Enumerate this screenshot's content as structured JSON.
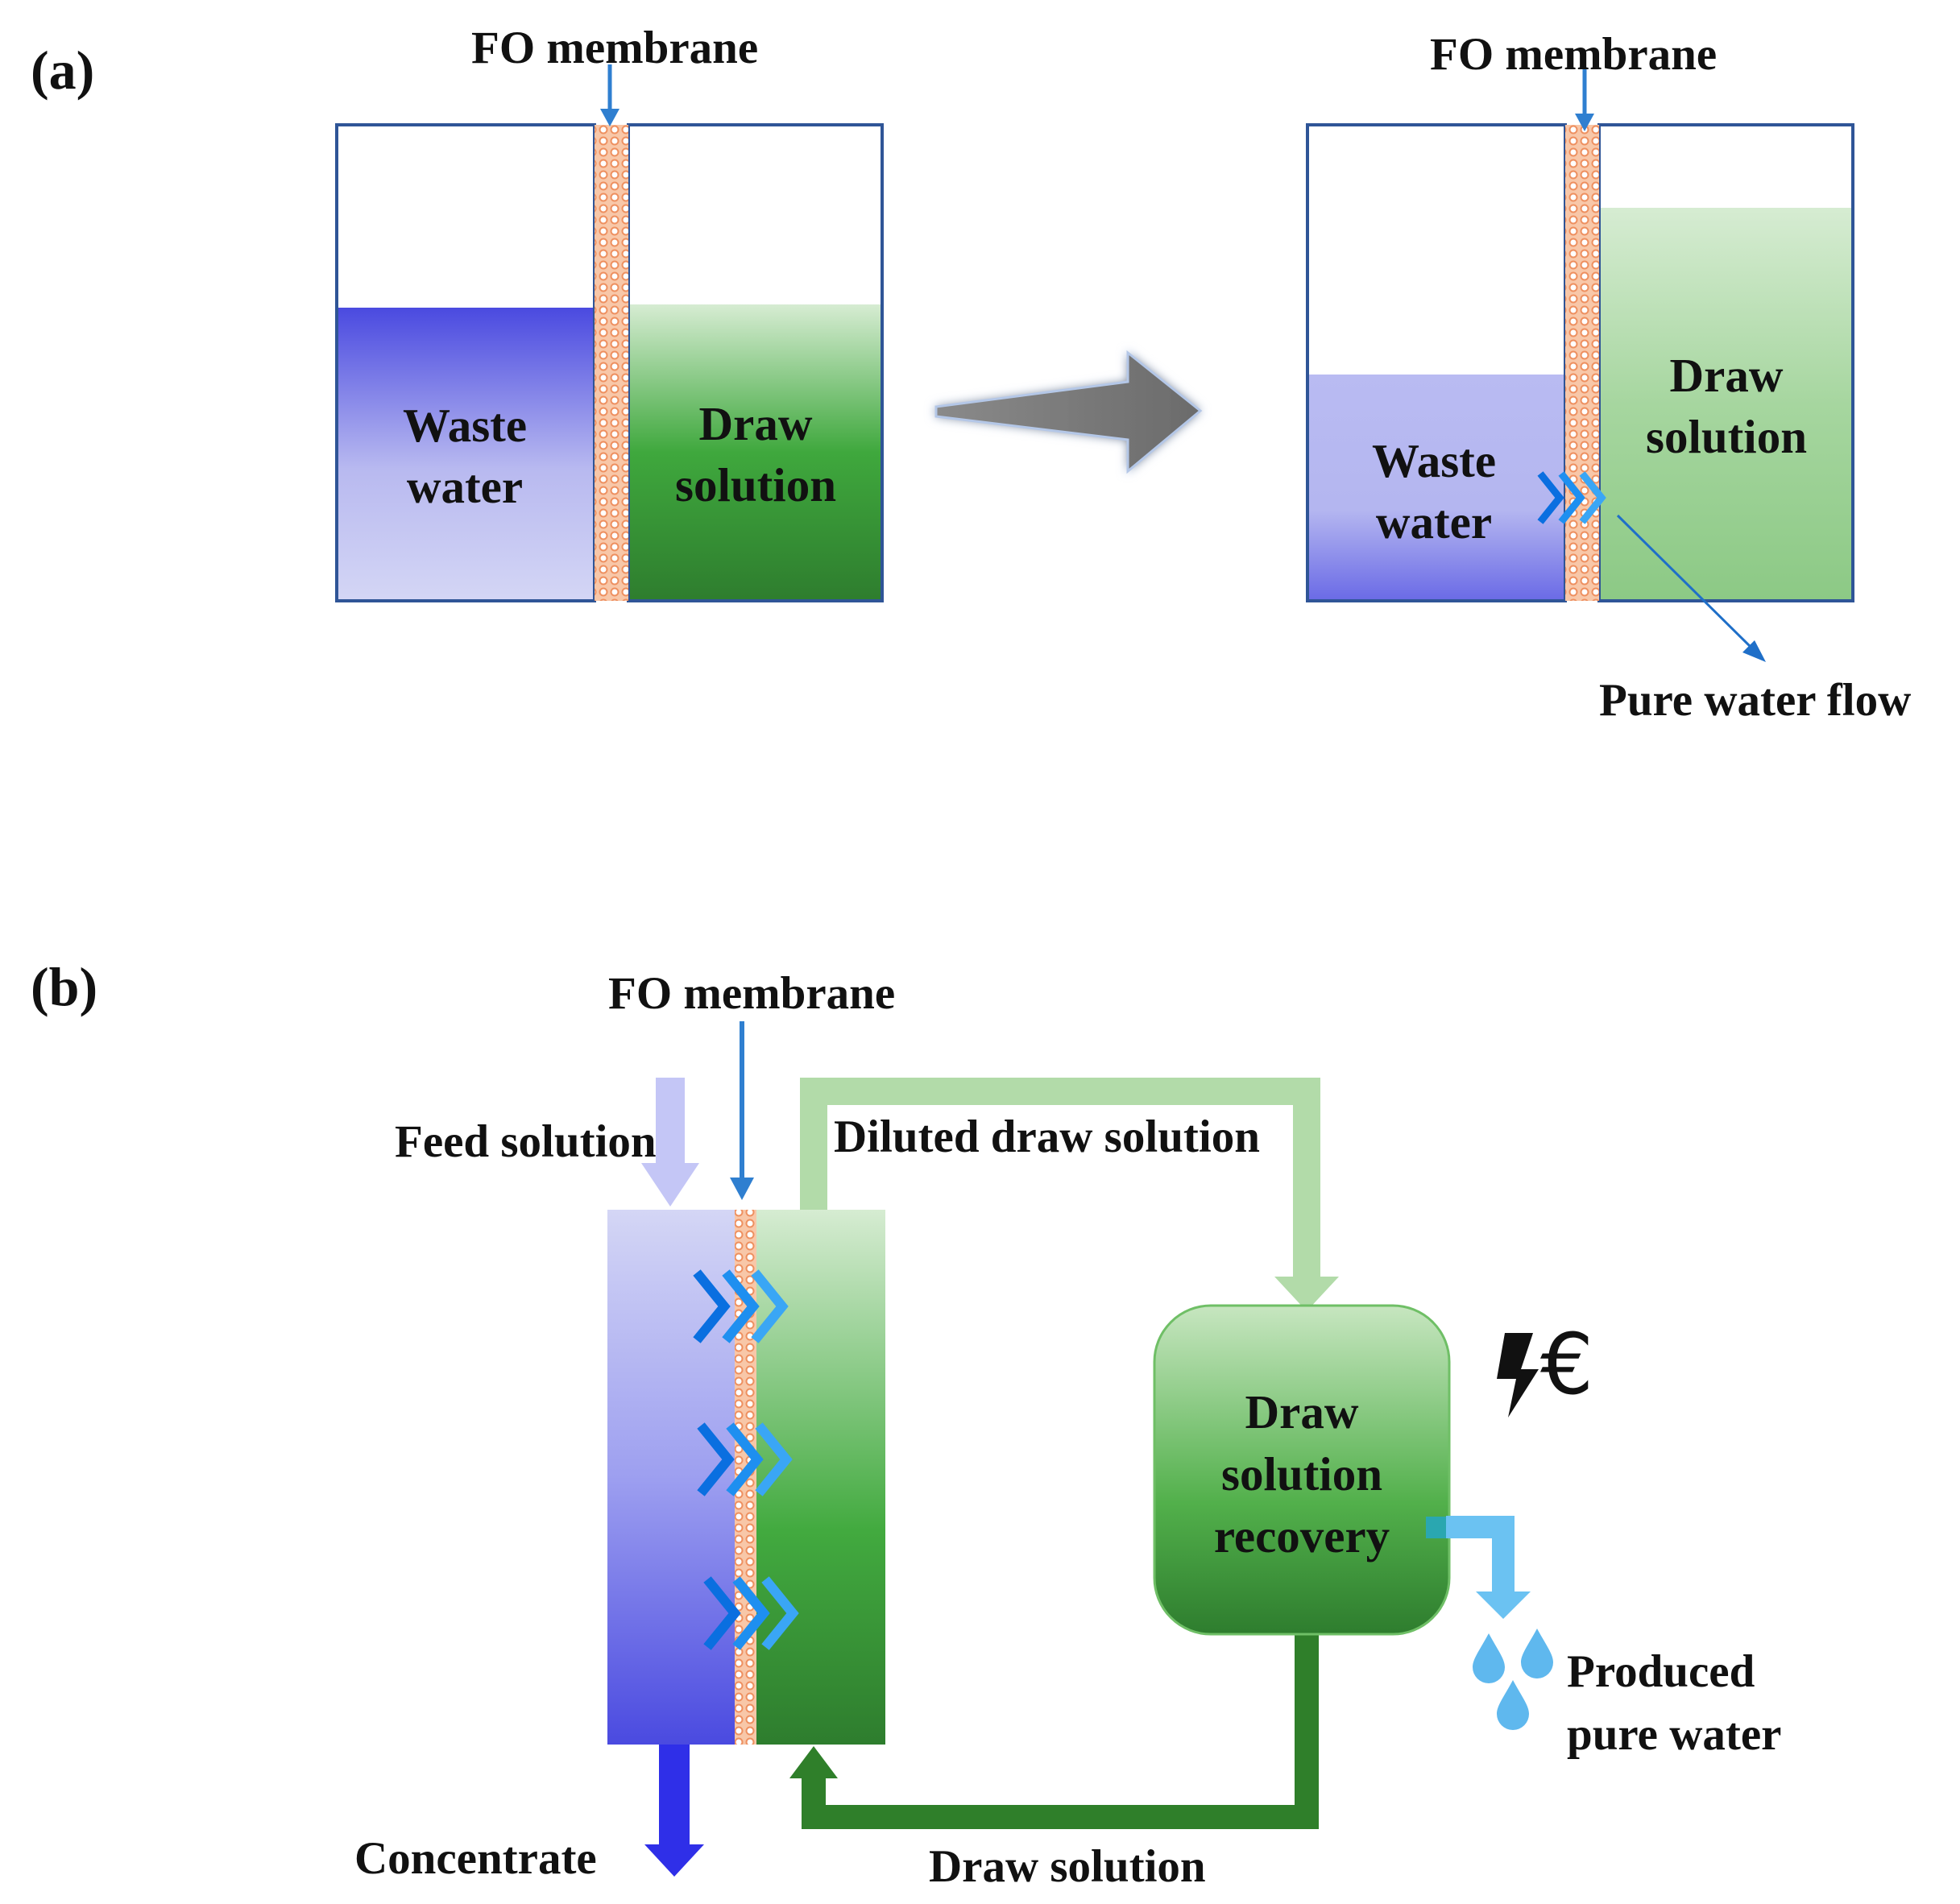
{
  "panel_a": {
    "label": "(a)",
    "before": {
      "membrane_label": "FO membrane",
      "feed_label_line1": "Waste",
      "feed_label_line2": "water",
      "draw_label_line1": "Draw",
      "draw_label_line2": "solution"
    },
    "after": {
      "membrane_label": "FO membrane",
      "feed_label_line1": "Waste",
      "feed_label_line2": "water",
      "draw_label_line1": "Draw",
      "draw_label_line2": "solution",
      "flow_label": "Pure water flow"
    }
  },
  "panel_b": {
    "label": "(b)",
    "membrane_label": "FO membrane",
    "feed_label": "Feed solution",
    "diluted_label": "Diluted draw solution",
    "recovery_line1": "Draw",
    "recovery_line2": "solution",
    "recovery_line3": "recovery",
    "energy_symbol": "€",
    "produced_line1": "Produced",
    "produced_line2": "pure water",
    "concentrate_label": "Concentrate",
    "draw_return_label": "Draw solution"
  },
  "colors": {
    "feed_dark": "#4a4ae0",
    "feed_light": "#d4d6f5",
    "draw_dark": "#2e7d2e",
    "draw_light": "#d6ecd2",
    "membrane": "#f3a57b",
    "flow_arrow": "#1e8ff0",
    "outline": "#2f5597",
    "pure_water": "#6bc2f2"
  },
  "icons": [
    "arrow-right-icon",
    "lightning-bolt-icon",
    "euro-icon",
    "water-drops-icon",
    "chevron-arrows-icon"
  ]
}
